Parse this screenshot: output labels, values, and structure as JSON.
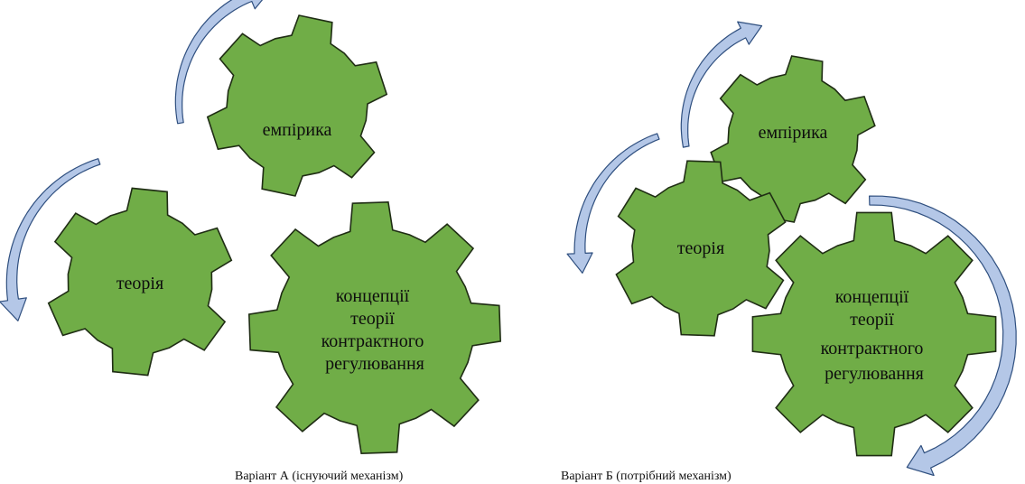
{
  "variant_a": {
    "gears": {
      "empirics": {
        "lines": [
          "емпірика"
        ]
      },
      "theory": {
        "lines": [
          "теорія"
        ]
      },
      "concepts": {
        "lines": [
          "концепції",
          "теорії",
          "контрактного",
          "регулювання"
        ]
      }
    },
    "caption": "Варіант А (існуючий механізм)"
  },
  "variant_b": {
    "gears": {
      "empirics": {
        "lines": [
          "емпірика"
        ]
      },
      "theory": {
        "lines": [
          "теорія"
        ]
      },
      "concepts": {
        "lines": [
          "концепції",
          "теорії",
          "контрактного",
          "регулювання"
        ]
      }
    },
    "caption": "Варіант Б (потрібний механізм)"
  },
  "colors": {
    "gear_fill": "#70ad47",
    "gear_stroke": "#1f2d14",
    "arrow_fill": "#b4c7e7",
    "arrow_stroke": "#2f4f7f"
  }
}
